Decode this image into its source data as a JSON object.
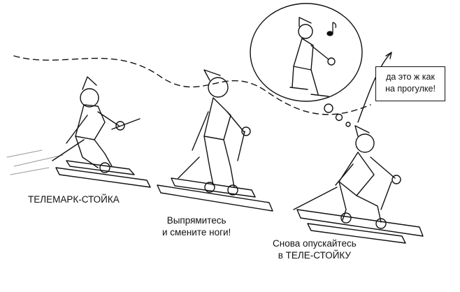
{
  "captions": {
    "telemark_stance": "ТЕЛЕМАРК-СТОЙКА",
    "straighten_line1": "Выпрямитесь",
    "straighten_line2": "и смените ноги!",
    "lower_line1": "Снова опускайтесь",
    "lower_line2": "в ТЕЛЕ-СТОЙКУ"
  },
  "speech_bubble": {
    "line1": "да это ж как",
    "line2": "на прогулке!"
  },
  "colors": {
    "ink": "#111111",
    "background": "#ffffff"
  },
  "icons": [
    "music-note-icon",
    "arrow-icon"
  ]
}
